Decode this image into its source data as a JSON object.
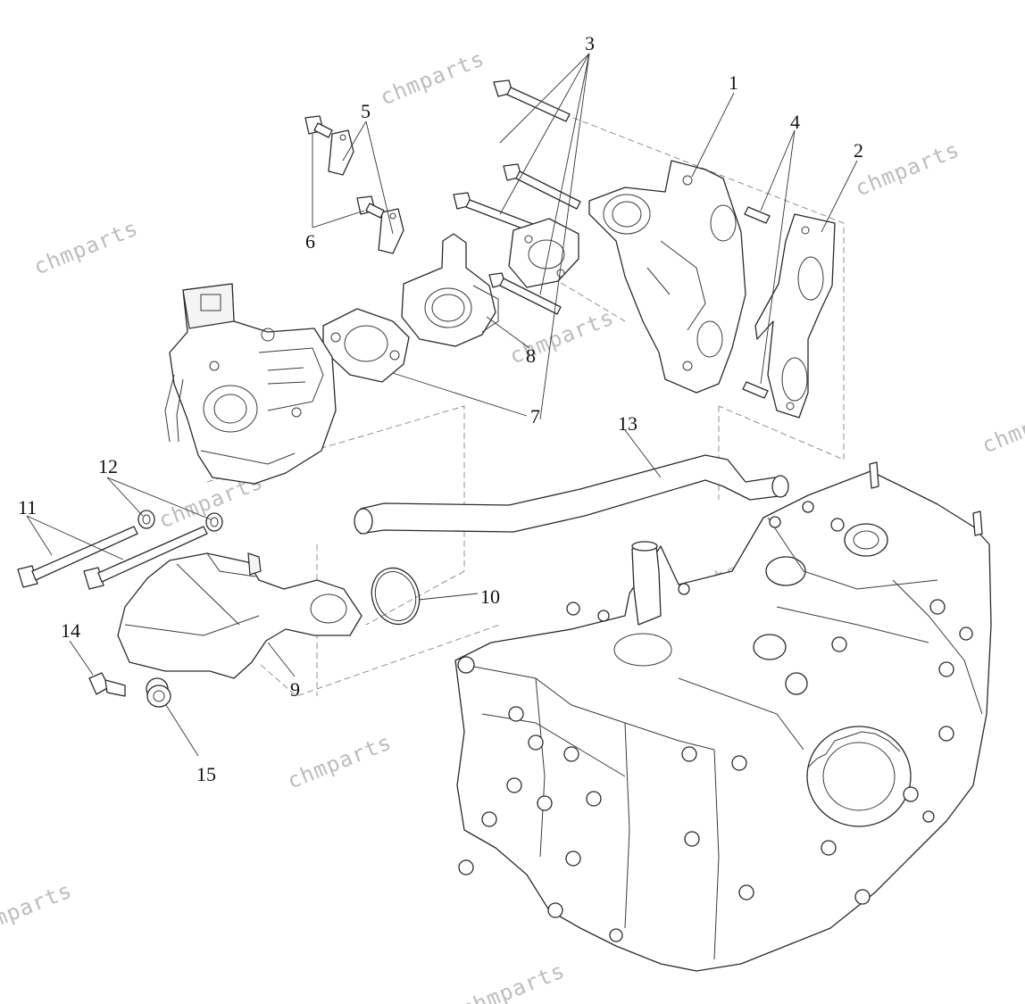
{
  "watermark": {
    "text": "chmparts",
    "color": "#bdbdbd"
  },
  "callouts": {
    "c1": "1",
    "c2": "2",
    "c3": "3",
    "c4": "4",
    "c5": "5",
    "c6": "6",
    "c7": "7",
    "c8": "8",
    "c9": "9",
    "c10": "10",
    "c11": "11",
    "c12": "12",
    "c13": "13",
    "c14": "14",
    "c15": "15"
  },
  "colors": {
    "line": "#2a2a2a",
    "leader": "#333333",
    "background": "#ffffff"
  }
}
